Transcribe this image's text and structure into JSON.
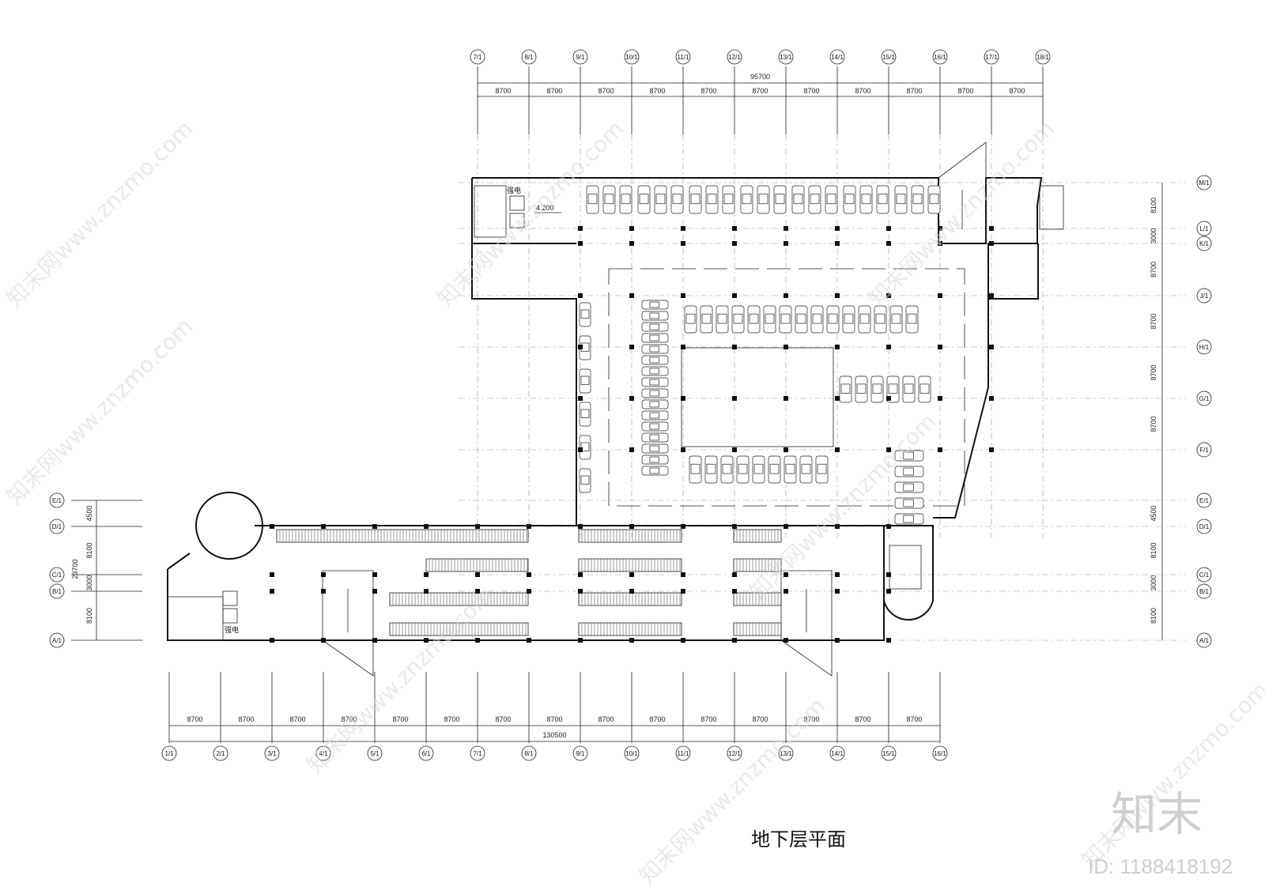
{
  "title": "地下层平面",
  "level_mark": "4.200",
  "room_label": "强电",
  "watermark": "知末网www.znzmo.com",
  "brand": "知末",
  "image_id": "ID: 1188418192",
  "top_axes": [
    "7/1",
    "8/1",
    "9/1",
    "10/1",
    "11/1",
    "12/1",
    "13/1",
    "14/1",
    "15/1",
    "16/1",
    "17/1",
    "18/1"
  ],
  "top_total": "95700",
  "top_dims": [
    "8700",
    "8700",
    "8700",
    "8700",
    "8700",
    "8700",
    "8700",
    "8700",
    "8700",
    "8700",
    "8700"
  ],
  "bottom_axes": [
    "1/1",
    "2/1",
    "3/1",
    "4/1",
    "5/1",
    "6/1",
    "7/1",
    "8/1",
    "9/1",
    "10/1",
    "11/1",
    "12/1",
    "13/1",
    "14/1",
    "15/1",
    "16/1"
  ],
  "bottom_total": "130500",
  "bottom_dims": [
    "8700",
    "8700",
    "8700",
    "8700",
    "8700",
    "8700",
    "8700",
    "8700",
    "8700",
    "8700",
    "8700",
    "8700",
    "8700",
    "8700",
    "8700"
  ],
  "right_axes": [
    "M/1",
    "L/1",
    "K/1",
    "J/1",
    "H/1",
    "G/1",
    "F/1",
    "E/1",
    "D/1",
    "C/1",
    "B/1",
    "A/1"
  ],
  "right_dims": [
    "8100",
    "3000",
    "8700",
    "8700",
    "8700",
    "8700",
    "4500",
    "8100",
    "3000",
    "8100"
  ],
  "left_axes": [
    "E/1",
    "D/1",
    "C/1",
    "B/1",
    "A/1"
  ],
  "left_dims": [
    "4500",
    "8100",
    "3000",
    "8100"
  ],
  "left_total": "23700",
  "colors": {
    "line": "#111111",
    "grid": "#9a9a9a",
    "watermark": "#d9d9d9"
  }
}
